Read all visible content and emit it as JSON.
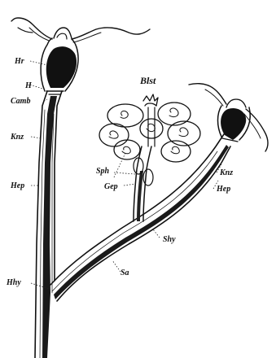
{
  "labels": {
    "hr": "Hr",
    "h": "H",
    "camb": "Camb",
    "knz_left": "Knz",
    "hep_left": "Hep",
    "hhy": "Hhy",
    "blst": "Blst",
    "sph": "Sph",
    "gep": "Gep",
    "knz_right": "Knz",
    "hep_right": "Hep",
    "shy": "Shy",
    "sa": "Sa"
  }
}
